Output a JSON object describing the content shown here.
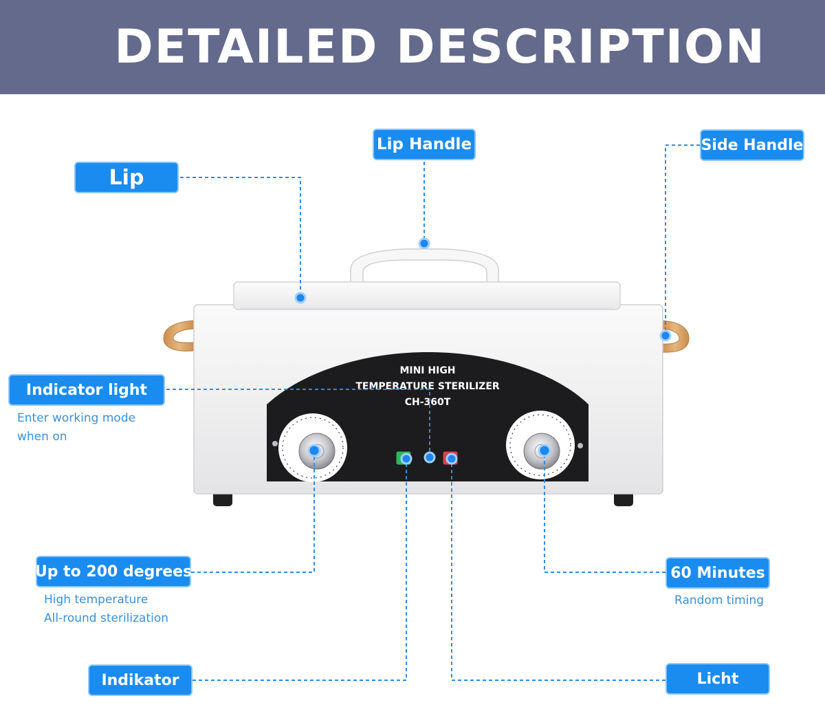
{
  "header": {
    "title": "DETAILED DESCRIPTION"
  },
  "callouts": {
    "lip": "Lip",
    "lip_handle": "Lip Handle",
    "side_handle": "Side Handle",
    "indicator_light": "Indicator light",
    "indicator_light_desc_1": "Enter working mode",
    "indicator_light_desc_2": "when on",
    "temperature": "Up to 200 degrees",
    "temperature_desc_1": "High temperature",
    "temperature_desc_2": "All-round sterilization",
    "timer": "60 Minutes",
    "timer_desc": "Random timing",
    "indikator": "Indikator",
    "licht": "Licht"
  },
  "product": {
    "panel_line_1": "MINI HIGH",
    "panel_line_2": "TEMPERATURE STERILIZER",
    "panel_line_3": "CH-360T"
  },
  "colors": {
    "header_bg": "#646a8c",
    "label_bg": "#1a8cf0",
    "description_text": "#3b8fd6",
    "leader_line": "#2f8ae6",
    "panel_black": "#1c1c1e",
    "handle_wood": "#d8a066"
  }
}
